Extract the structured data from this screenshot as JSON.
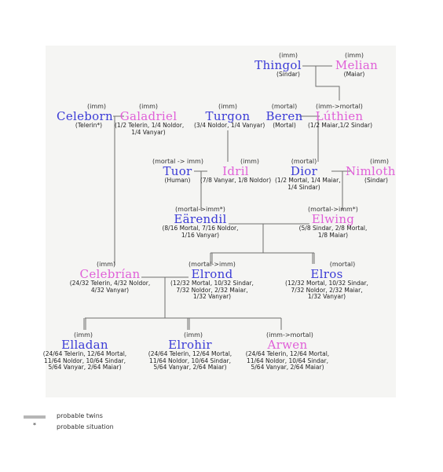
{
  "colors": {
    "male": "#3b3bd6",
    "female": "#e060d8",
    "line": "#6e6e6e",
    "panel": "#f5f5f3"
  },
  "people": {
    "thingol": {
      "status": "(imm)",
      "name": "Thingol",
      "detail": [
        "(Sindar)"
      ]
    },
    "melian": {
      "status": "(imm)",
      "name": "Melian",
      "detail": [
        "(Maiar)"
      ]
    },
    "celeborn": {
      "status": "(imm)",
      "name": "Celeborn",
      "detail": [
        "(Telerin*)"
      ]
    },
    "galadriel": {
      "status": "(imm)",
      "name": "Galadriel",
      "detail": [
        "(1/2 Telerin, 1/4 Noldor,",
        "1/4 Vanyar)"
      ]
    },
    "turgon": {
      "status": "(imm)",
      "name": "Turgon",
      "detail": [
        "(3/4 Noldor, 1/4 Vanyar)"
      ]
    },
    "beren": {
      "status": "(mortal)",
      "name": "Beren",
      "detail": [
        "(Mortal)"
      ]
    },
    "luthien": {
      "status": "(imm->mortal)",
      "name": "Lúthien",
      "detail": [
        "(1/2 Maiar,1/2 Sindar)"
      ]
    },
    "tuor": {
      "status": "(mortal -> imm)",
      "name": "Tuor",
      "detail": [
        "(Human)"
      ]
    },
    "idril": {
      "status": "(imm)",
      "name": "Idril",
      "detail": [
        "(7/8 Vanyar, 1/8 Noldor)"
      ]
    },
    "dior": {
      "status": "(mortal)",
      "name": "Dior",
      "detail": [
        "(1/2 Mortal, 1/4 Maiar,",
        "1/4 Sindar)"
      ]
    },
    "nimloth": {
      "status": "(imm)",
      "name": "Nimloth",
      "detail": [
        "(Sindar)"
      ]
    },
    "earendil": {
      "status": "(mortal->imm*)",
      "name": "Eärendil",
      "detail": [
        "(8/16 Mortal, 7/16 Noldor,",
        "1/16 Vanyar)"
      ]
    },
    "elwing": {
      "status": "(mortal->imm*)",
      "name": "Elwing",
      "detail": [
        "(5/8 Sindar, 2/8 Mortal,",
        "1/8 Maiar)"
      ]
    },
    "celebrian": {
      "status": "(imm)",
      "name": "Celebrían",
      "detail": [
        "(24/32 Telerin, 4/32 Noldor,",
        "4/32 Vanyar)"
      ]
    },
    "elrond": {
      "status": "(mortal->imm)",
      "name": "Elrond",
      "detail": [
        "(12/32 Mortal, 10/32 Sindar,",
        "7/32 Noldor, 2/32 Maiar,",
        "1/32 Vanyar)"
      ]
    },
    "elros": {
      "status": "(mortal)",
      "name": "Elros",
      "detail": [
        "(12/32 Mortal, 10/32 Sindar,",
        "7/32 Noldor, 2/32 Maiar,",
        "1/32 Vanyar)"
      ]
    },
    "elladan": {
      "status": "(imm)",
      "name": "Elladan",
      "detail": [
        "(24/64 Telerin, 12/64 Mortal,",
        "11/64 Noldor, 10/64 Sindar,",
        "5/64 Vanyar, 2/64 Maiar)"
      ]
    },
    "elrohir": {
      "status": "(imm)",
      "name": "Elrohir",
      "detail": [
        "(24/64 Telerin, 12/64 Mortal,",
        "11/64 Noldor, 10/64 Sindar,",
        "5/64 Vanyar, 2/64 Maiar)"
      ]
    },
    "arwen": {
      "status": "(imm->mortal)",
      "name": "Arwen",
      "detail": [
        "(24/64 Telerin, 12/64 Mortal,",
        "11/64 Noldor, 10/64 Sindar,",
        "5/64 Vanyar, 2/64 Maiar)"
      ]
    }
  },
  "legend": {
    "twins": "probable twins",
    "situation": "probable situation",
    "situation_mark": "*"
  }
}
